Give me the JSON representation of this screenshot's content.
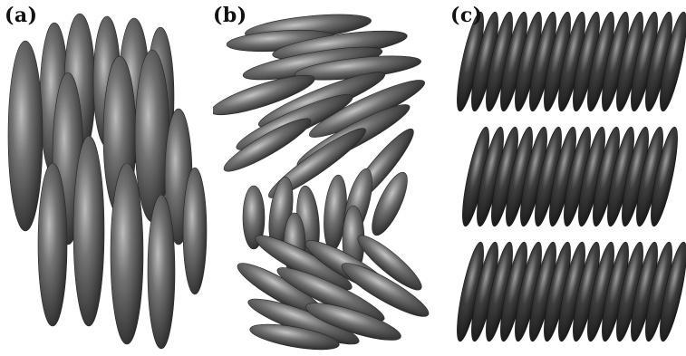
{
  "panels": [
    {
      "label": "(a)"
    },
    {
      "label": "(b)"
    },
    {
      "label": "(c)"
    }
  ],
  "colors": {
    "background": "#ffffff",
    "ellipsoid_dark": "#1e1e1e",
    "ellipsoid_mid": "#5a5a5a",
    "ellipsoid_light": "#b4b4b4"
  }
}
